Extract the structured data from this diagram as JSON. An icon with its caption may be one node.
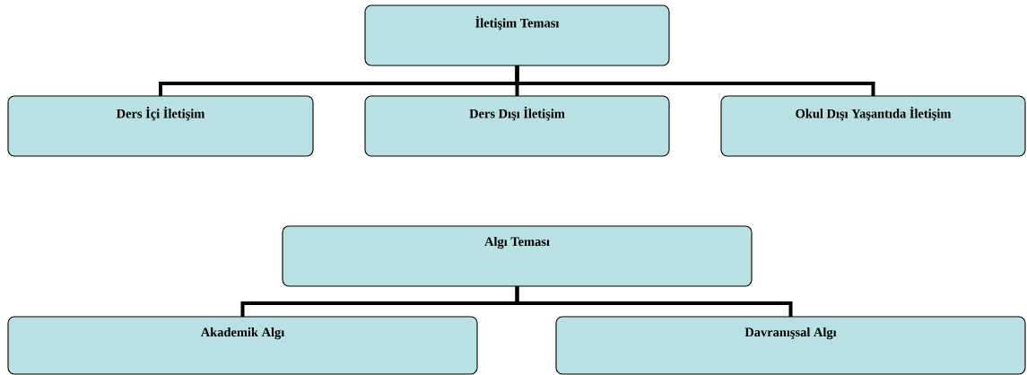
{
  "diagram": {
    "nodes": [
      {
        "text": [
          "İletişim Teması"
        ]
      },
      {
        "text": [
          "Ders İçi İletişim"
        ]
      },
      {
        "text": [
          "Ders Dışı İletişim"
        ]
      },
      {
        "text": [
          "Okul Dışı Yaşantıda İletişim"
        ]
      },
      {
        "text": [
          "Algı Teması"
        ]
      },
      {
        "text": [
          "Akademik Algı"
        ]
      },
      {
        "text": [
          "Davranışsal Algı"
        ]
      }
    ],
    "edges": [
      {
        "from": 0,
        "to": 1,
        "arrow": "none"
      },
      {
        "from": 0,
        "to": 2,
        "arrow": "none"
      },
      {
        "from": 0,
        "to": 3,
        "arrow": "none"
      },
      {
        "from": 4,
        "to": 5,
        "arrow": "none"
      },
      {
        "from": 4,
        "to": 6,
        "arrow": "none"
      }
    ]
  }
}
